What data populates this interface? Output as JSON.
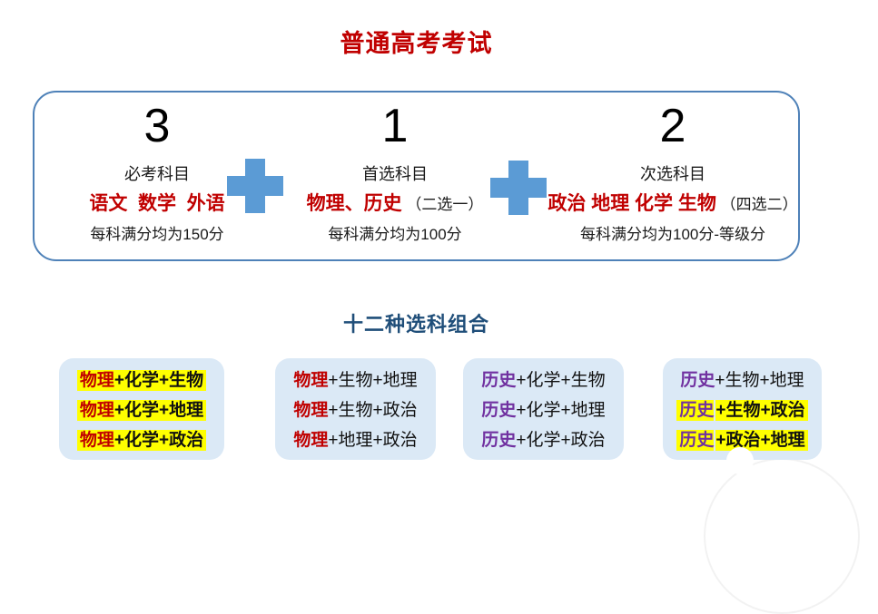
{
  "title": "普通高考考试",
  "exam_box": {
    "sections": [
      {
        "count": "3",
        "label": "必考科目",
        "subjects": "语文  数学  外语",
        "note": "",
        "score": "每科满分均为150分"
      },
      {
        "count": "1",
        "label": "首选科目",
        "subjects": "物理、历史",
        "note": " （二选一）",
        "score": "每科满分均为100分"
      },
      {
        "count": "2",
        "label": "次选科目",
        "subjects": "政治 地理 化学 生物",
        "note": " （四选二）",
        "score": "每科满分均为100分-等级分"
      }
    ],
    "plus_icon": "plus-icon"
  },
  "combos": {
    "heading": "十二种选科组合",
    "groups": [
      {
        "rows": [
          {
            "first": "物理",
            "rest": "+化学+生物"
          },
          {
            "first": "物理",
            "rest": "+化学+地理"
          },
          {
            "first": "物理",
            "rest": "+化学+政治"
          }
        ]
      },
      {
        "rows": [
          {
            "first": "物理",
            "rest": "+生物+地理"
          },
          {
            "first": "物理",
            "rest": "+生物+政治"
          },
          {
            "first": "物理",
            "rest": "+地理+政治"
          }
        ]
      },
      {
        "rows": [
          {
            "first": "历史",
            "rest": "+化学+生物"
          },
          {
            "first": "历史",
            "rest": "+化学+地理"
          },
          {
            "first": "历史",
            "rest": "+化学+政治"
          }
        ]
      },
      {
        "rows": [
          {
            "first": "历史",
            "rest": "+生物+地理"
          },
          {
            "first": "历史",
            "rest": "+生物+政治"
          },
          {
            "first": "历史",
            "rest": "+政治+地理"
          }
        ]
      }
    ]
  },
  "colors": {
    "title_red": "#C00000",
    "subject_red": "#C00000",
    "history_purple": "#7030A0",
    "heading_blue": "#1F4E79",
    "plus_blue": "#5B9BD5",
    "box_border_blue": "#4E81B8",
    "combo_box_fill": "#DBE9F6",
    "highlight_yellow": "#FFFF00"
  }
}
